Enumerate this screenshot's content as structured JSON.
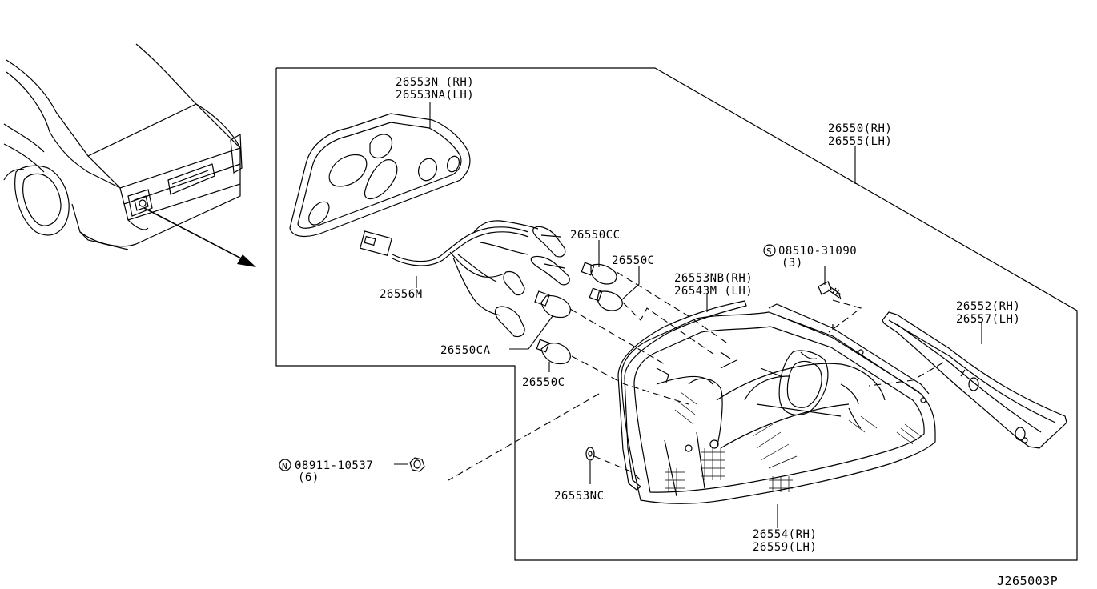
{
  "diagram_code": "J265003P",
  "labels": {
    "l_26553n": "26553N (RH)",
    "l_26553na": "26553NA(LH)",
    "l_26550": "26550(RH)",
    "l_26555": "26555(LH)",
    "l_26550cc": "26550CC",
    "l_26550c_top": "26550C",
    "l_bolt_code": "08510-31090",
    "l_bolt_qty": "(3)",
    "l_26553nb": "26553NB(RH)",
    "l_26543m": "26543M (LH)",
    "l_26552": "26552(RH)",
    "l_26557": "26557(LH)",
    "l_26556m": "26556M",
    "l_26550ca": "26550CA",
    "l_26550c_bot": "26550C",
    "l_nut_code": "08911-10537",
    "l_nut_qty": "(6)",
    "l_26553nc": "26553NC",
    "l_26554": "26554(RH)",
    "l_26559": "26559(LH)"
  },
  "symbols": {
    "bolt_symbol": "S",
    "nut_symbol": "N"
  }
}
